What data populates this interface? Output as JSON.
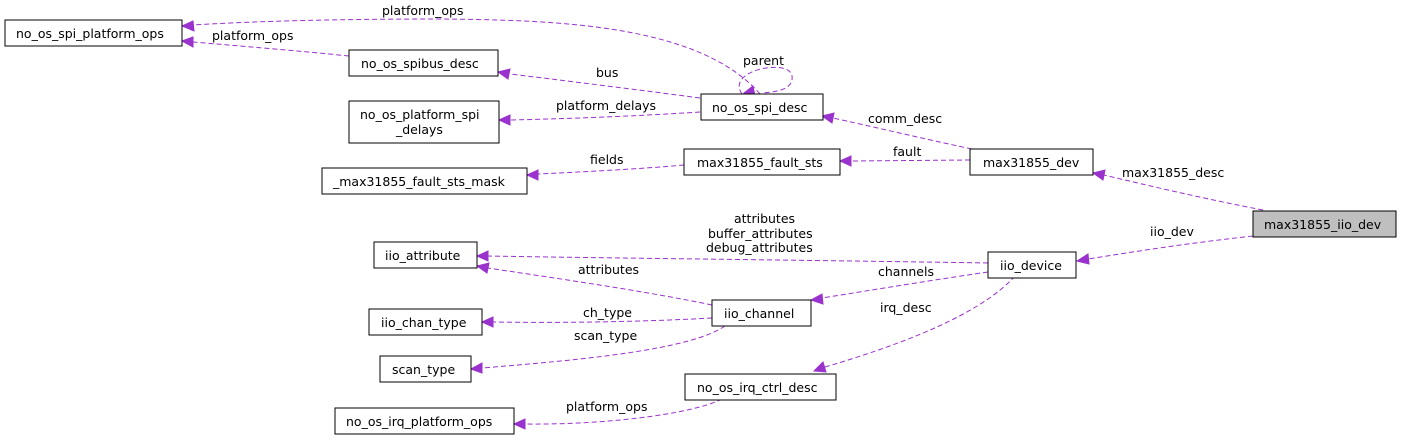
{
  "nodes": {
    "max31855_iio_dev": "max31855_iio_dev",
    "max31855_dev": "max31855_dev",
    "iio_device": "iio_device",
    "no_os_spi_desc": "no_os_spi_desc",
    "max31855_fault_sts": "max31855_fault_sts",
    "no_os_spi_platform_ops": "no_os_spi_platform_ops",
    "no_os_spibus_desc": "no_os_spibus_desc",
    "no_os_platform_spi_delays": [
      "no_os_platform_spi",
      "_delays"
    ],
    "max31855_fault_sts_mask": "_max31855_fault_sts_mask",
    "iio_attribute": "iio_attribute",
    "iio_chan_type": "iio_chan_type",
    "scan_type": "scan_type",
    "iio_channel": "iio_channel",
    "no_os_irq_ctrl_desc": "no_os_irq_ctrl_desc",
    "no_os_irq_platform_ops": "no_os_irq_platform_ops"
  },
  "edges": {
    "max31855_desc": "max31855_desc",
    "iio_dev": "iio_dev",
    "comm_desc": "comm_desc",
    "fault": "fault",
    "fields": "fields",
    "platform_ops_spi_top": "platform_ops",
    "platform_ops_spibus": "platform_ops",
    "bus": "bus",
    "parent": "parent",
    "platform_delays": "platform_delays",
    "iio_device_attributes": [
      "attributes",
      "buffer_attributes",
      "debug_attributes"
    ],
    "channels": "channels",
    "irq_desc": "irq_desc",
    "channel_attributes": "attributes",
    "ch_type": "ch_type",
    "scan_type": "scan_type",
    "platform_ops_irq": "platform_ops"
  }
}
